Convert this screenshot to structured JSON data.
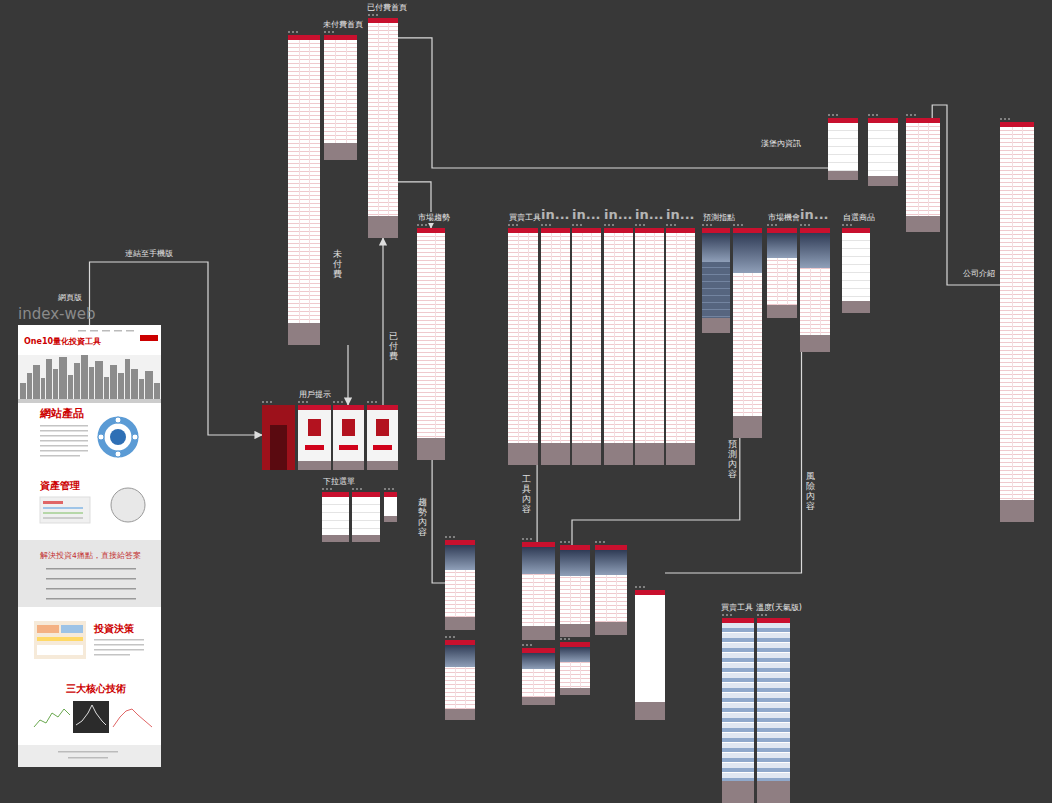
{
  "diagram": {
    "nodes": [
      {
        "text": [
          "index-web",
          "One10量化投資工具",
          "網站產品",
          "資產管理",
          "解決投資4痛點，直接給答案",
          "投資決策",
          "三大核心技術"
        ]
      },
      {
        "text": [
          "未付費首頁"
        ]
      },
      {
        "text": [
          "已付費首頁"
        ]
      },
      {
        "text": [
          "用戶提示"
        ]
      },
      {
        "text": [
          "下拉選單"
        ]
      },
      {
        "text": [
          "市場趨勢"
        ]
      },
      {
        "text": [
          "買賣工具"
        ]
      },
      {
        "text": [
          "in..."
        ]
      },
      {
        "text": [
          "in..."
        ]
      },
      {
        "text": [
          "in..."
        ]
      },
      {
        "text": [
          "in..."
        ]
      },
      {
        "text": [
          "in..."
        ]
      },
      {
        "text": [
          "預測指點"
        ]
      },
      {
        "text": [
          "市場機會"
        ]
      },
      {
        "text": [
          "in..."
        ]
      },
      {
        "text": [
          "自選商品"
        ]
      },
      {
        "text": [
          "漢堡內資訊"
        ]
      },
      {
        "text": [
          "公司介紹"
        ]
      },
      {
        "text": [
          "趨勢內容"
        ]
      },
      {
        "text": [
          "工具內容"
        ]
      },
      {
        "text": [
          "預測內容"
        ]
      },
      {
        "text": [
          "風險內容"
        ]
      },
      {
        "text": [
          "買賣工具 溫度(天氣版)"
        ]
      }
    ],
    "edges": [
      {
        "from": 0,
        "to": 3,
        "label": "連結至手機版",
        "arrow": "to"
      },
      {
        "from": 1,
        "to": 3,
        "label": "未付費",
        "arrow": "to"
      },
      {
        "from": 3,
        "to": 2,
        "label": "已付費",
        "arrow": "to"
      },
      {
        "from": 2,
        "to": 5,
        "arrow": "to"
      },
      {
        "from": 2,
        "to": 16,
        "arrow": "none"
      },
      {
        "from": 16,
        "to": 17,
        "arrow": "none"
      },
      {
        "from": 5,
        "to": 18,
        "arrow": "none"
      },
      {
        "from": 6,
        "to": 19,
        "arrow": "none"
      },
      {
        "from": 12,
        "to": 20,
        "arrow": "none"
      },
      {
        "from": 14,
        "to": 21,
        "arrow": "none"
      }
    ],
    "labels": [
      "網頁版"
    ]
  }
}
